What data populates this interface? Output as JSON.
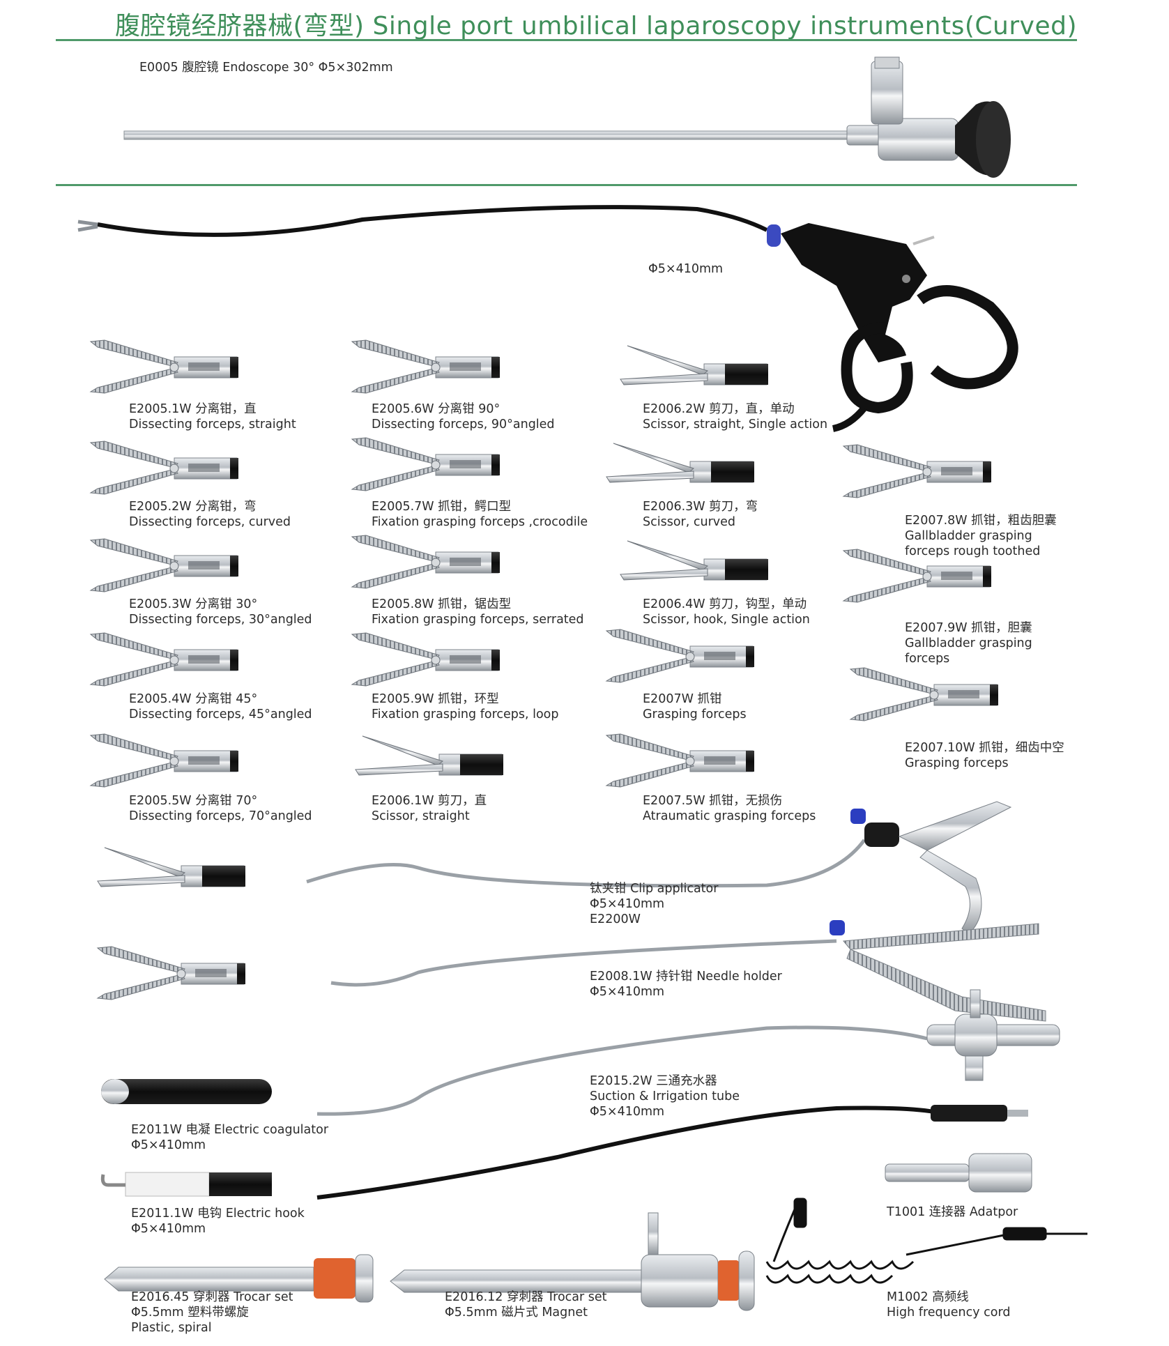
{
  "page_title": "腹腔镜经脐器械(弯型) Single port umbilical laparoscopy instruments(Curved)",
  "colors": {
    "accent_green": "#3f8f5a",
    "rule_green": "#4f9a6a",
    "text": "#2b2b2b"
  },
  "endoscope": {
    "line1": "E0005 腹腔镜 Endoscope 30° Φ5×302mm"
  },
  "handle": {
    "size": "Φ5×410mm"
  },
  "tips": [
    {
      "line1": "E2005.1W 分离钳，直",
      "line2": "Dissecting forceps, straight"
    },
    {
      "line1": "E2005.6W 分离钳 90°",
      "line2": "Dissecting forceps, 90°angled"
    },
    {
      "line1": "E2006.2W 剪刀，直，单动",
      "line2": "Scissor, straight, Single action"
    },
    {
      "line1": "E2005.2W 分离钳，弯",
      "line2": "Dissecting forceps, curved"
    },
    {
      "line1": "E2005.7W 抓钳，鳄口型",
      "line2": "Fixation grasping forceps ,crocodile"
    },
    {
      "line1": "E2006.3W 剪刀，弯",
      "line2": "Scissor, curved"
    },
    {
      "line1": "E2007.8W 抓钳，粗齿胆囊",
      "line2": "Gallbladder grasping",
      "line3": "forceps rough toothed"
    },
    {
      "line1": "E2005.3W 分离钳 30°",
      "line2": "Dissecting forceps, 30°angled"
    },
    {
      "line1": "E2005.8W 抓钳，锯齿型",
      "line2": "Fixation grasping forceps, serrated"
    },
    {
      "line1": "E2006.4W 剪刀，钩型，单动",
      "line2": "Scissor, hook, Single action"
    },
    {
      "line1": "E2007.9W 抓钳，胆囊",
      "line2": "Gallbladder grasping",
      "line3": "forceps"
    },
    {
      "line1": "E2005.4W 分离钳 45°",
      "line2": "Dissecting forceps, 45°angled"
    },
    {
      "line1": "E2005.9W 抓钳，环型",
      "line2": "Fixation grasping forceps, loop"
    },
    {
      "line1": "E2007W 抓钳",
      "line2": "Grasping forceps"
    },
    {
      "line1": "E2007.10W 抓钳，细齿中空",
      "line2": "Grasping forceps"
    },
    {
      "line1": "E2005.5W 分离钳 70°",
      "line2": "Dissecting forceps, 70°angled"
    },
    {
      "line1": "E2006.1W 剪刀，直",
      "line2": "Scissor, straight"
    },
    {
      "line1": "E2007.5W 抓钳，无损伤",
      "line2": "Atraumatic grasping forceps"
    }
  ],
  "clip": {
    "line1": "钛夹钳 Clip applicator",
    "line2": "Φ5×410mm",
    "line3": "E2200W"
  },
  "needle": {
    "line1": "E2008.1W 持针钳 Needle holder",
    "line2": "Φ5×410mm"
  },
  "suction": {
    "line1": "E2015.2W 三通充水器",
    "line2": "Suction & Irrigation tube",
    "line3": "Φ5×410mm"
  },
  "coag": {
    "line1": "E2011W 电凝 Electric coagulator",
    "line2": "Φ5×410mm"
  },
  "adaptor": {
    "line1": "T1001 连接器 Adatpor"
  },
  "hook": {
    "line1": "E2011.1W 电钩 Electric hook",
    "line2": "Φ5×410mm"
  },
  "trocar1": {
    "line1": "E2016.45 穿刺器 Trocar set",
    "line2": "Φ5.5mm 塑料带螺旋",
    "line3": "Plastic, spiral"
  },
  "trocar2": {
    "line1": "E2016.12 穿刺器 Trocar set",
    "line2": "Φ5.5mm 磁片式 Magnet"
  },
  "cord": {
    "line1": "M1002 高频线",
    "line2": "High frequency cord"
  }
}
